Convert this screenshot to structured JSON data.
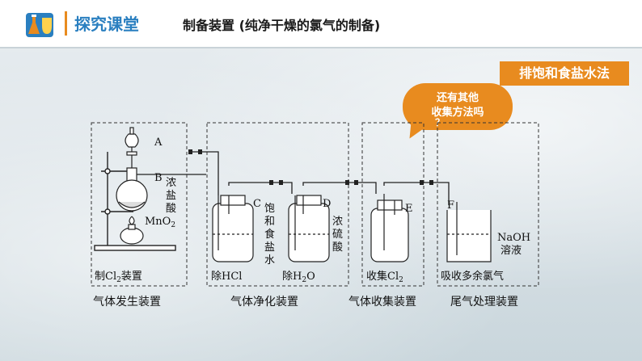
{
  "header": {
    "section_label": "探究课堂",
    "title": "制备装置 (纯净干燥的氯气的制备)"
  },
  "method_badge": "排饱和食盐水法",
  "bubble_question": "还有其他收集方法吗？",
  "bubble_line1": "还有其他",
  "bubble_line2": "收集方法吗",
  "bubble_line3": "？",
  "letters": {
    "a": "A",
    "b": "B",
    "c": "C",
    "d": "D",
    "e": "E",
    "f": "F"
  },
  "reagents": {
    "nongyansuan_1": "浓",
    "nongyansuan_2": "盐",
    "nongyansuan_3": "酸",
    "mno2": "MnO",
    "mno2_sub": "2",
    "baohe_1": "饱",
    "baohe_2": "和",
    "baohe_3": "食",
    "baohe_4": "盐",
    "baohe_5": "水",
    "nongliusuan_1": "浓",
    "nongliusuan_2": "硫",
    "nongliusuan_3": "酸",
    "naoh_1": "NaOH",
    "naoh_2": "溶液"
  },
  "box_labels": {
    "gen_pre": "制Cl",
    "gen_sub": "2",
    "gen_post": "装置",
    "hcl": "除HCl",
    "h2o_pre": "除H",
    "h2o_sub": "2",
    "h2o_post": "O",
    "collect_pre": "收集Cl",
    "collect_sub": "2",
    "absorb": "吸收多余氯气"
  },
  "group_labels": {
    "generation": "气体发生装置",
    "purification": "气体净化装置",
    "collection": "气体收集装置",
    "tail": "尾气处理装置"
  },
  "colors": {
    "accent": "#e88b1f",
    "section_blue": "#2a7fc0",
    "line": "#222222"
  }
}
